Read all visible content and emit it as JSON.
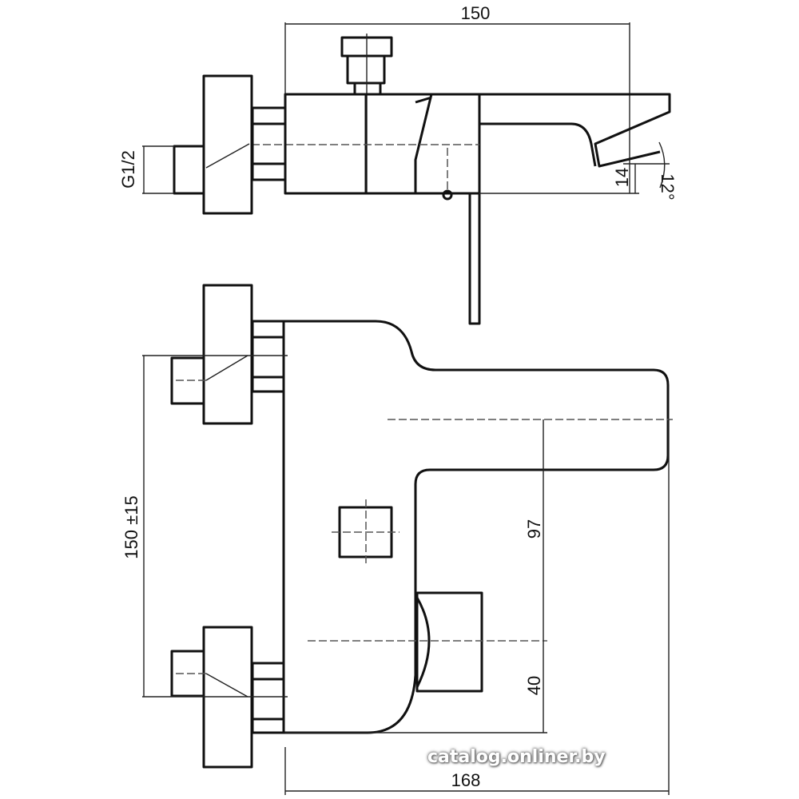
{
  "dimensions": {
    "top_width": "150",
    "thread": "G1/2",
    "spout_height": "14",
    "spout_angle": "12°",
    "inlet_spacing": "150 ±15",
    "outlet_offset": "97",
    "diverter_height": "40",
    "total_depth": "168"
  },
  "watermark": "catalog.onliner.by",
  "colors": {
    "line": "#111111",
    "background": "#ffffff"
  }
}
